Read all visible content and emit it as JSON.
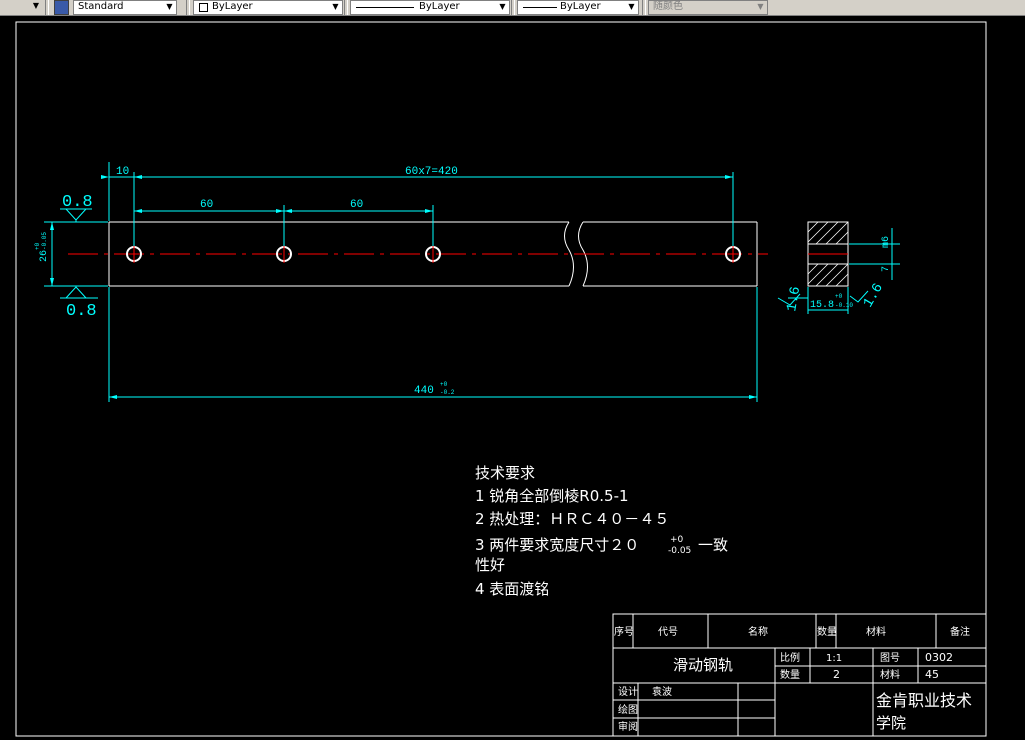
{
  "toolbar": {
    "text_style": "Standard",
    "layer": "ByLayer",
    "linetype": "ByLayer",
    "lineweight": "ByLayer",
    "color": "随颜色"
  },
  "dimensions": {
    "d10": "10",
    "d420": "60x7=420",
    "d60a": "60",
    "d60b": "60",
    "d440": "440",
    "d440_tol_upper": "+0",
    "d440_tol_lower": "-0.2",
    "d26": "26",
    "d26_tol_upper": "+0",
    "d26_tol_lower": "-0.05",
    "d15_8": "15.8",
    "d15_8_tol_upper": "+0",
    "d15_8_tol_lower": "-0.10",
    "dm6": "m6",
    "d7": "7"
  },
  "roughness": {
    "top": "0.8",
    "bottom": "0.8",
    "left": "1.6",
    "right": "1.6"
  },
  "notes": {
    "title": "技术要求",
    "line1": "1 锐角全部倒棱R0.5-1",
    "line2": "2 热处理：ＨＲＣ４０－４５",
    "line3a": "3 两件要求宽度尺寸２０",
    "line3_tol_upper": "+0",
    "line3_tol_lower": "-0.05",
    "line3b": "一致",
    "line3c": "性好",
    "line4": "4 表面渡铭"
  },
  "title_block": {
    "h_no": "序号",
    "h_code": "代号",
    "h_name": "名称",
    "h_qty": "数量",
    "h_material": "材料",
    "h_remark": "备注",
    "part_name": "滑动钢轨",
    "scale_label": "比例",
    "scale_value": "1:1",
    "drawing_no_label": "图号",
    "drawing_no_value": "0302",
    "qty_label": "数量",
    "qty_value": "2",
    "material_label": "材料",
    "material_value": "45",
    "design_label": "设计",
    "designer": "袁波",
    "draw_label": "绘图",
    "review_label": "审阅",
    "school_line1": "金肯职业技术",
    "school_line2": "学院"
  },
  "colors": {
    "outline": "#ffffff",
    "dimension": "#00ffff",
    "centerline": "#ff0000",
    "hatch": "#ffffff",
    "notes": "#ffffff",
    "toolbar_bg": "#d4d0c8"
  }
}
